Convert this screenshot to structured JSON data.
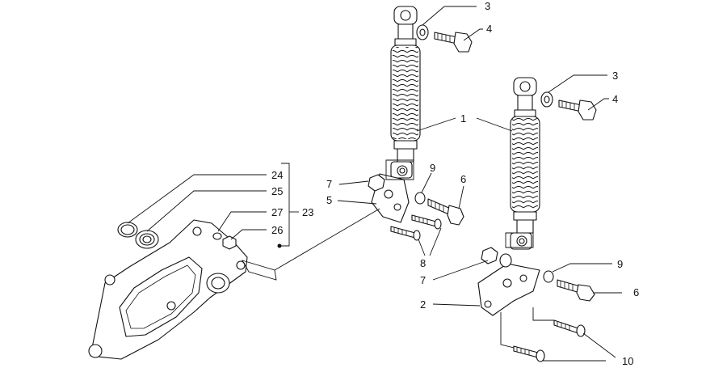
{
  "callouts": {
    "c1": "1",
    "c2": "2",
    "c3a": "3",
    "c3b": "3",
    "c4a": "4",
    "c4b": "4",
    "c5": "5",
    "c6a": "6",
    "c6b": "6",
    "c7a": "7",
    "c7b": "7",
    "c8": "8",
    "c9a": "9",
    "c9b": "9",
    "c10": "10",
    "c23": "23",
    "c24": "24",
    "c25": "25",
    "c26": "26",
    "c27": "27"
  }
}
